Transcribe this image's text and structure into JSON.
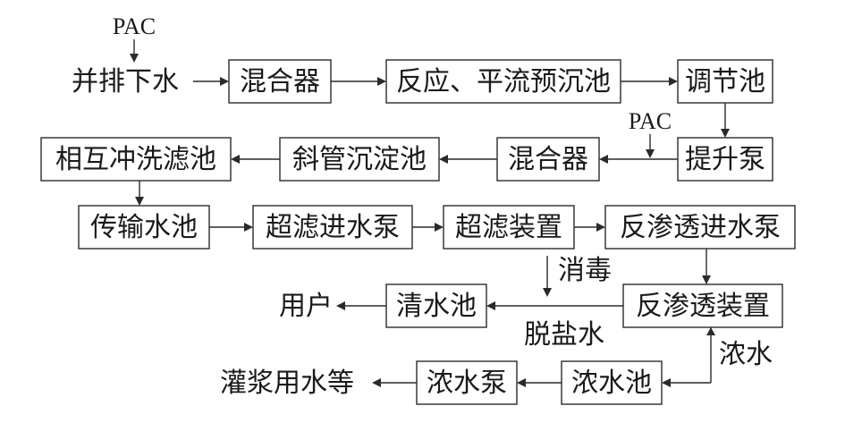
{
  "nodes": {
    "source": "并排下水",
    "mixer1": "混合器",
    "reaction": "反应、平流预沉池",
    "regulation": "调节池",
    "lift_pump": "提升泵",
    "mixer2": "混合器",
    "inclined_tube": "斜管沉淀池",
    "backwash_filter": "相互冲洗滤池",
    "transfer_tank": "传输水池",
    "uf_feed_pump": "超滤进水泵",
    "uf_unit": "超滤装置",
    "ro_feed_pump": "反渗透进水泵",
    "ro_unit": "反渗透装置",
    "clear_tank": "清水池",
    "user": "用户",
    "conc_tank": "浓水池",
    "conc_pump": "浓水泵",
    "grouting": "灌浆用水等"
  },
  "labels": {
    "pac_top": "PAC",
    "pac_mid": "PAC",
    "disinfect": "消毒",
    "desalted": "脱盐水",
    "concentrate": "浓水"
  }
}
